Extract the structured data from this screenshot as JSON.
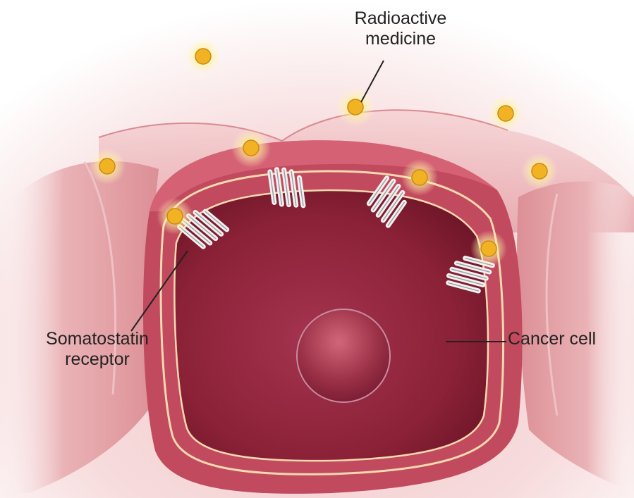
{
  "labels": {
    "radioactive_medicine": {
      "line1": "Radioactive",
      "line2": "medicine"
    },
    "somatostatin_receptor": {
      "line1": "Somatostatin",
      "line2": "receptor"
    },
    "cancer_cell": "Cancer cell"
  },
  "colors": {
    "cell_tissue": "#e8a9ad",
    "cell_membrane": "#c24a5e",
    "cytoplasm": "#8a2136",
    "nucleus": "#9b3147",
    "membrane_line": "#f6d9b0",
    "medicine_particle": "#f1b323",
    "particle_glow": "#fff07a",
    "receptor": "#f2f2f2",
    "text": "#222222"
  }
}
